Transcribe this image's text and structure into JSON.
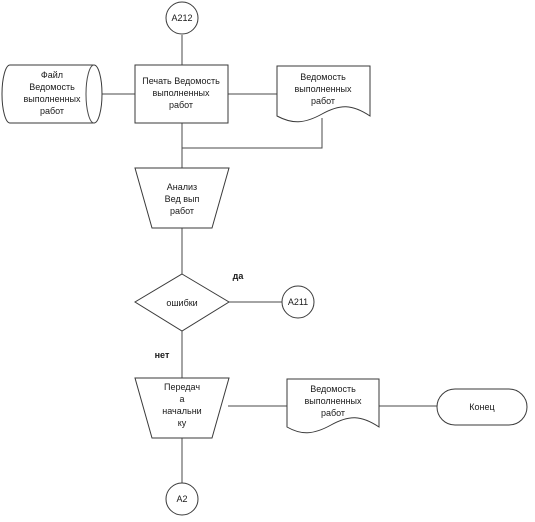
{
  "connectors": {
    "top": "A212",
    "right": "A211",
    "bottom": "A2"
  },
  "file": {
    "lines": [
      "Файл",
      "Ведомость",
      "выполненных",
      "работ"
    ]
  },
  "print_process": {
    "lines": [
      "Печать Ведомость",
      "выполненных",
      "работ"
    ]
  },
  "document_top": {
    "lines": [
      "Ведомость",
      "выполненных",
      "работ"
    ]
  },
  "analysis": {
    "lines": [
      "Анализ",
      "Вед вып",
      "работ"
    ]
  },
  "decision": {
    "label": "ошибки",
    "yes_label": "да",
    "no_label": "нет"
  },
  "transfer": {
    "lines": [
      "Передач",
      "а",
      "начальни",
      "ку"
    ]
  },
  "document_bottom": {
    "lines": [
      "Ведомость",
      "выполненных",
      "работ"
    ]
  },
  "terminator": {
    "label": "Конец"
  }
}
